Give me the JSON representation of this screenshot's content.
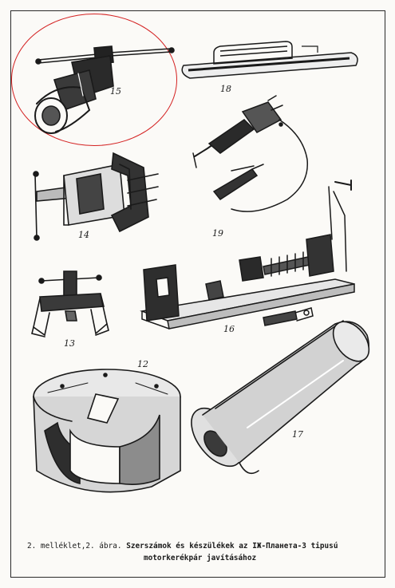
{
  "colors": {
    "ink": "#1a1a1a",
    "paper": "#fbfaf7",
    "highlight": "#d42222"
  },
  "tools": [
    {
      "id": "t15",
      "number": "15"
    },
    {
      "id": "t18",
      "number": "18"
    },
    {
      "id": "t14",
      "number": "14"
    },
    {
      "id": "t19",
      "number": "19"
    },
    {
      "id": "t13",
      "number": "13"
    },
    {
      "id": "t16",
      "number": "16"
    },
    {
      "id": "t12",
      "number": "12"
    },
    {
      "id": "t17",
      "number": "17"
    }
  ],
  "caption": {
    "prefix": "2. melléklet,2. ábra.",
    "line1": "Szerszámok és készülékek az IЖ-Планета-3 tipusú",
    "line2": "motorkerékpár javításához"
  }
}
